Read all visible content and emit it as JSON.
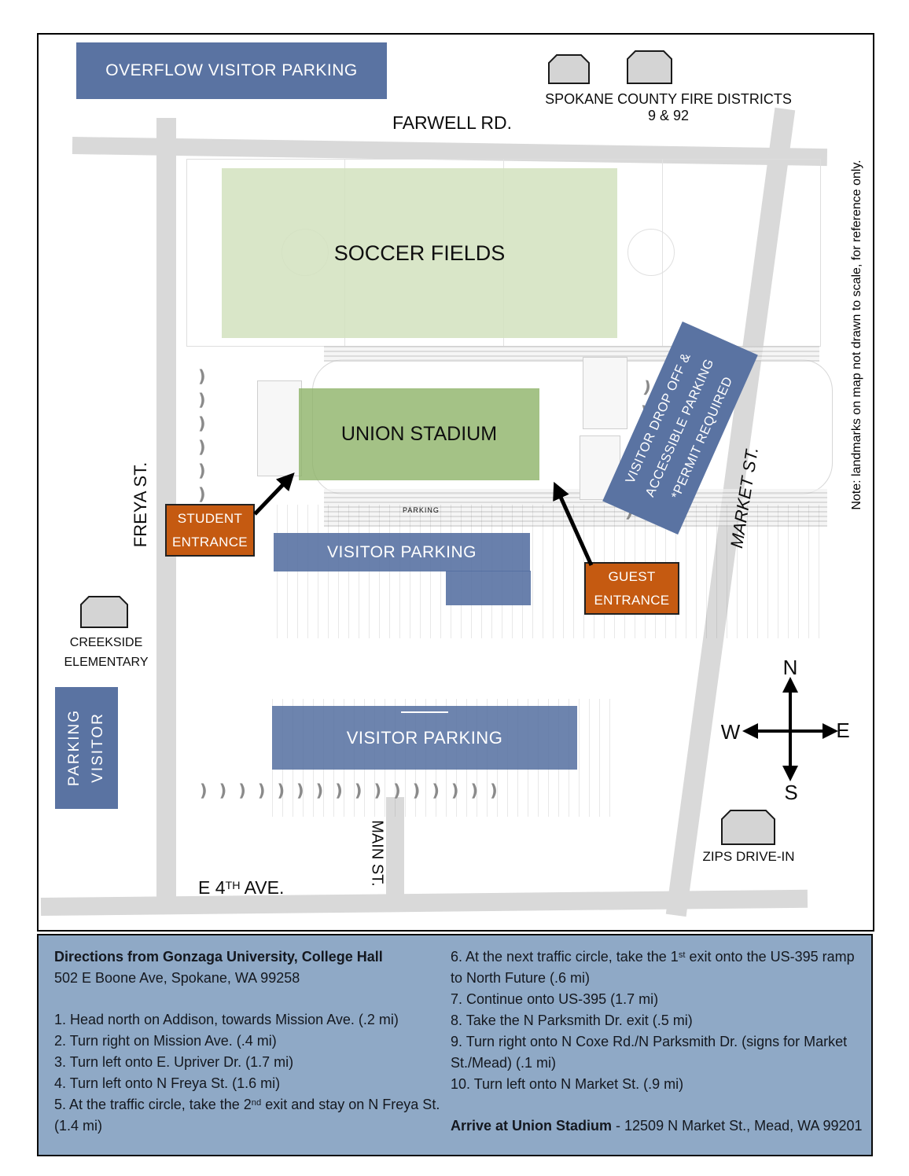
{
  "colors": {
    "banner_blue": "#5a73a2",
    "panel_blue": "#8fa9c6",
    "entrance_orange": "#c55a11",
    "stadium_green": "#9dbf82",
    "soccer_green": "#d9e5ca",
    "road_gray": "#d9d9d9",
    "building_gray": "#d4d4d4"
  },
  "map": {
    "overflow_banner": "OVERFLOW VISITOR PARKING",
    "fire_label": "SPOKANE COUNTY FIRE DISTRICTS 9 & 92",
    "roads": {
      "farwell": "FARWELL RD.",
      "freya": "FREYA ST.",
      "market": "MARKET ST.",
      "main": "MAIN ST.",
      "e4th_pre": "E 4",
      "e4th_sup": "TH",
      "e4th_post": " AVE."
    },
    "soccer_fields": "SOCCER FIELDS",
    "union_stadium": "UNION STADIUM",
    "parking_bg_label": "PARKING",
    "dropoff_line1": "VISITOR DROP OFF &",
    "dropoff_line2": "ACCESSIBLE PARKING",
    "dropoff_line3": "*PERMIT REQUIRED",
    "student_line1": "STUDENT",
    "student_line2": "ENTRANCE",
    "guest_line1": "GUEST",
    "guest_line2": "ENTRANCE",
    "visitor_parking_mid": "VISITOR PARKING",
    "visitor_parking_lower": "VISITOR PARKING",
    "visitor_left_line1": "VISITOR",
    "visitor_left_line2": "PARKING",
    "creekside_line1": "CREEKSIDE",
    "creekside_line2": "ELEMENTARY",
    "zips_label": "ZIPS DRIVE-IN",
    "compass": {
      "n": "N",
      "s": "S",
      "e": "E",
      "w": "W"
    },
    "note": "Note: landmarks on map not drawn to scale, for reference only."
  },
  "directions": {
    "title": "Directions from Gonzaga University, College Hall",
    "address": "502 E Boone Ave, Spokane, WA 99258",
    "s1": "1. Head north on Addison, towards Mission Ave. (.2 mi)",
    "s2": "2. Turn right on Mission Ave. (.4 mi)",
    "s3": "3. Turn left onto E. Upriver Dr. (1.7 mi)",
    "s4": "4. Turn left onto N Freya St. (1.6 mi)",
    "s5_pre": "5. At the traffic circle, take the 2",
    "s5_sup": "nd",
    "s5_post": " exit and stay on N Freya St. (1.4 mi)",
    "s6_pre": "6. At the next traffic circle, take the 1",
    "s6_sup": "st",
    "s6_post": " exit onto the US-395 ramp to North Future (.6 mi)",
    "s7": "7. Continue onto US-395 (1.7 mi)",
    "s8": "8. Take the N Parksmith Dr. exit (.5 mi)",
    "s9": "9. Turn right onto N Coxe Rd./N Parksmith Dr. (signs for Market St./Mead) (.1 mi)",
    "s10": "10. Turn left onto N Market St. (.9 mi)",
    "arrive_bold": "Arrive at Union Stadium",
    "arrive_rest": " - 12509 N Market St., Mead, WA 99201"
  }
}
